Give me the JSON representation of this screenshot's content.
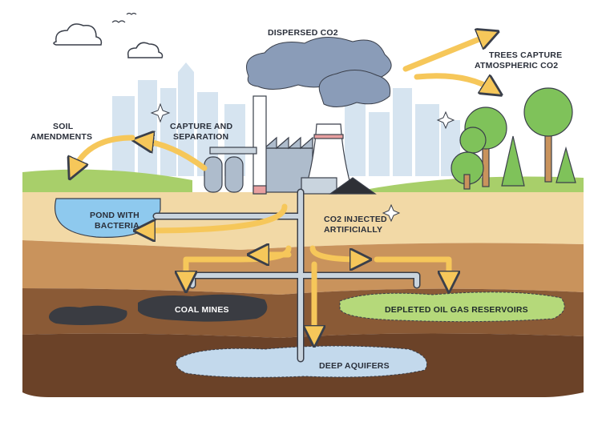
{
  "labels": {
    "dispersed_co2": "DISPERSED CO2",
    "trees_capture_line1": "TREES CAPTURE",
    "trees_capture_line2": "ATMOSPHERIC CO2",
    "soil_amendments_line1": "SOIL",
    "soil_amendments_line2": "AMENDMENTS",
    "capture_separation_line1": "CAPTURE AND",
    "capture_separation_line2": "SEPARATION",
    "pond_line1": "POND WITH",
    "pond_line2": "BACTERIA",
    "co2_injected_line1": "CO2 INJECTED",
    "co2_injected_line2": "ARTIFICIALLY",
    "coal_mines": "COAL MINES",
    "depleted_reservoirs": "DEPLETED OIL GAS RESERVOIRS",
    "deep_aquifers": "DEEP AQUIFERS"
  },
  "colors": {
    "arrow": "#f6c75a",
    "arrow_outline": "#3a3f4a",
    "pipe": "#c9d4de",
    "smoke": "#8a9cb8",
    "city": "#d6e4f0",
    "grass": "#a8cf6a",
    "soil_light": "#f2d9a6",
    "soil_mid": "#c9935c",
    "soil_dark": "#8a5a36",
    "soil_deep": "#6b4228",
    "water": "#8ec9ee",
    "coal": "#3a3c42",
    "reservoir": "#b5d97a",
    "aquifer": "#c3d9ec",
    "tree": "#7fc25a"
  }
}
